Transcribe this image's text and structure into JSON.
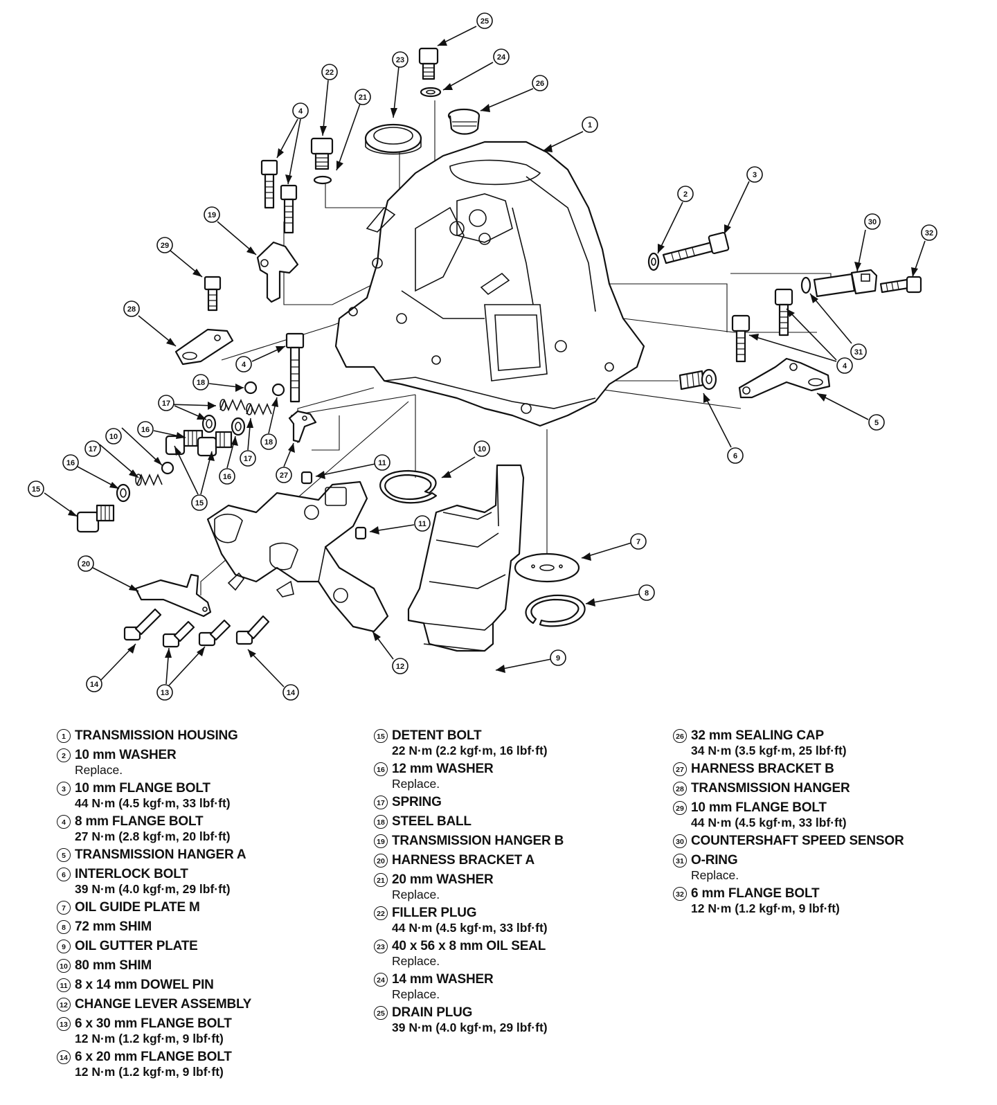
{
  "callouts": [
    "1",
    "2",
    "3",
    "4",
    "5",
    "6",
    "7",
    "8",
    "9",
    "10",
    "11",
    "12",
    "13",
    "14",
    "15",
    "16",
    "17",
    "18",
    "19",
    "20",
    "21",
    "22",
    "23",
    "24",
    "25",
    "26",
    "27",
    "28",
    "29",
    "30",
    "31",
    "32"
  ],
  "legend": {
    "col1": [
      {
        "num": "1",
        "title": "TRANSMISSION HOUSING",
        "lines": []
      },
      {
        "num": "2",
        "title": "10 mm WASHER",
        "lines": [
          "Replace."
        ]
      },
      {
        "num": "3",
        "title": "10 mm FLANGE BOLT",
        "lines": [
          "44 N·m (4.5 kgf·m, 33 lbf·ft)"
        ]
      },
      {
        "num": "4",
        "title": "8 mm FLANGE BOLT",
        "lines": [
          "27 N·m (2.8 kgf·m, 20 lbf·ft)"
        ]
      },
      {
        "num": "5",
        "title": "TRANSMISSION HANGER A",
        "lines": []
      },
      {
        "num": "6",
        "title": "INTERLOCK BOLT",
        "lines": [
          "39 N·m (4.0 kgf·m, 29 lbf·ft)"
        ]
      },
      {
        "num": "7",
        "title": "OIL GUIDE PLATE M",
        "lines": []
      },
      {
        "num": "8",
        "title": "72 mm SHIM",
        "lines": []
      },
      {
        "num": "9",
        "title": "OIL GUTTER PLATE",
        "lines": []
      },
      {
        "num": "10",
        "title": "80 mm SHIM",
        "lines": []
      },
      {
        "num": "11",
        "title": "8 x 14 mm DOWEL PIN",
        "lines": []
      },
      {
        "num": "12",
        "title": "CHANGE LEVER ASSEMBLY",
        "lines": []
      },
      {
        "num": "13",
        "title": "6 x 30 mm FLANGE BOLT",
        "lines": [
          "12 N·m (1.2 kgf·m, 9 lbf·ft)"
        ]
      },
      {
        "num": "14",
        "title": "6 x 20 mm FLANGE BOLT",
        "lines": [
          "12 N·m (1.2 kgf·m, 9 lbf·ft)"
        ]
      }
    ],
    "col2": [
      {
        "num": "15",
        "title": "DETENT BOLT",
        "lines": [
          "22 N·m (2.2 kgf·m, 16 lbf·ft)"
        ]
      },
      {
        "num": "16",
        "title": "12 mm WASHER",
        "lines": [
          "Replace."
        ]
      },
      {
        "num": "17",
        "title": "SPRING",
        "lines": []
      },
      {
        "num": "18",
        "title": "STEEL BALL",
        "lines": []
      },
      {
        "num": "19",
        "title": "TRANSMISSION HANGER B",
        "lines": []
      },
      {
        "num": "20",
        "title": "HARNESS BRACKET A",
        "lines": []
      },
      {
        "num": "21",
        "title": "20 mm WASHER",
        "lines": [
          "Replace."
        ]
      },
      {
        "num": "22",
        "title": "FILLER PLUG",
        "lines": [
          "44 N·m (4.5 kgf·m, 33 lbf·ft)"
        ]
      },
      {
        "num": "23",
        "title": "40 x 56 x 8 mm OIL SEAL",
        "lines": [
          "Replace."
        ]
      },
      {
        "num": "24",
        "title": "14 mm WASHER",
        "lines": [
          "Replace."
        ]
      },
      {
        "num": "25",
        "title": "DRAIN PLUG",
        "lines": [
          "39 N·m (4.0 kgf·m, 29 lbf·ft)"
        ]
      }
    ],
    "col3": [
      {
        "num": "26",
        "title": "32 mm SEALING CAP",
        "lines": [
          "34 N·m (3.5 kgf·m, 25 lbf·ft)"
        ]
      },
      {
        "num": "27",
        "title": "HARNESS BRACKET B",
        "lines": []
      },
      {
        "num": "28",
        "title": "TRANSMISSION HANGER",
        "lines": []
      },
      {
        "num": "29",
        "title": "10 mm FLANGE BOLT",
        "lines": [
          "44 N·m (4.5 kgf·m, 33 lbf·ft)"
        ]
      },
      {
        "num": "30",
        "title": "COUNTERSHAFT SPEED SENSOR",
        "lines": []
      },
      {
        "num": "31",
        "title": "O-RING",
        "lines": [
          "Replace."
        ]
      },
      {
        "num": "32",
        "title": "6 mm FLANGE BOLT",
        "lines": [
          "12 N·m (1.2 kgf·m, 9 lbf·ft)"
        ]
      }
    ]
  }
}
